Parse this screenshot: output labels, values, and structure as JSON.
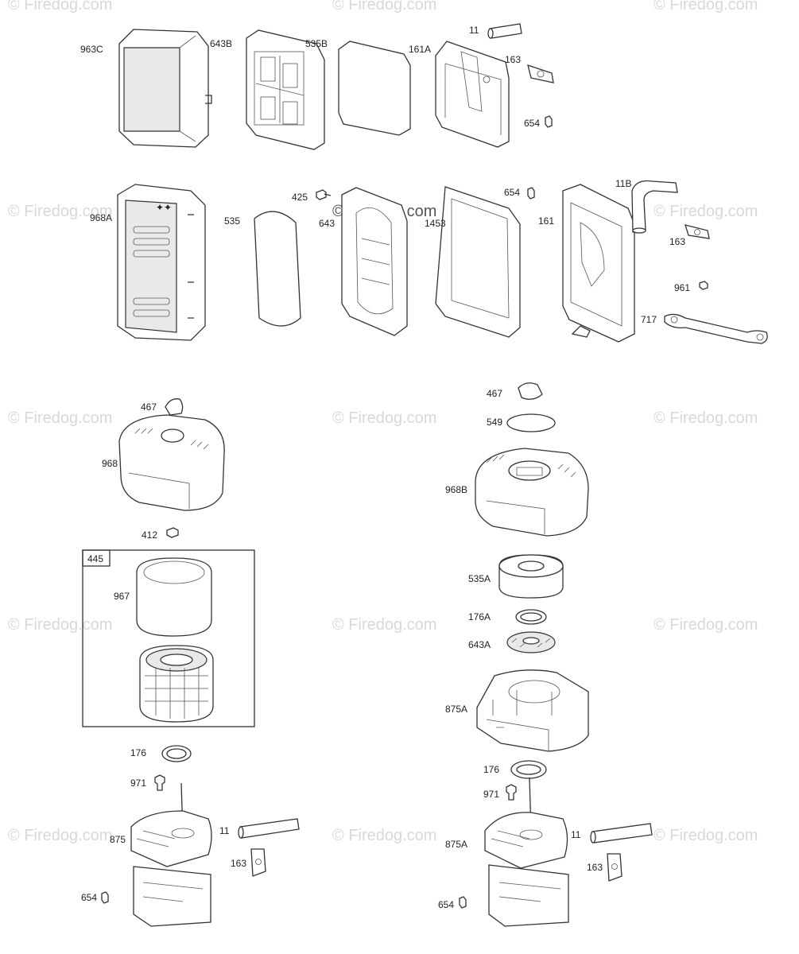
{
  "watermarks": [
    "© Firedog.com",
    "© Firedog.com",
    "© Firedog.com",
    "© Firedog.com",
    "© Firedog.com",
    "© Firedog.com",
    "© Firedog.com",
    "© Firedog.com",
    "© Firedog.com",
    "© Firedog.com",
    "© Firedog.com",
    "© Firedog.com",
    "© Firedog.com",
    "© Firedog.com"
  ],
  "center_watermark": "© Firedog.com",
  "labels": {
    "p963C": "963C",
    "p643B": "643B",
    "p535B": "535B",
    "p161A": "161A",
    "p11_top": "11",
    "p163_top": "163",
    "p654_top": "654",
    "p968A": "968A",
    "p535": "535",
    "p425": "425",
    "p643": "643",
    "p1453": "1453",
    "p654_mid": "654",
    "p161": "161",
    "p11B": "11B",
    "p163_mid": "163",
    "p961": "961",
    "p717": "717",
    "p467_left": "467",
    "p968": "968",
    "p412": "412",
    "p445": "445",
    "p967": "967",
    "p176_left": "176",
    "p971_left": "971",
    "p875": "875",
    "p11_left": "11",
    "p163_left": "163",
    "p654_left": "654",
    "p467_right": "467",
    "p549": "549",
    "p968B": "968B",
    "p535A": "535A",
    "p176A": "176A",
    "p643A": "643A",
    "p875A_mid": "875A",
    "p176_right": "176",
    "p971_right": "971",
    "p875A_bot": "875A",
    "p11_right": "11",
    "p163_right": "163",
    "p654_right": "654"
  }
}
